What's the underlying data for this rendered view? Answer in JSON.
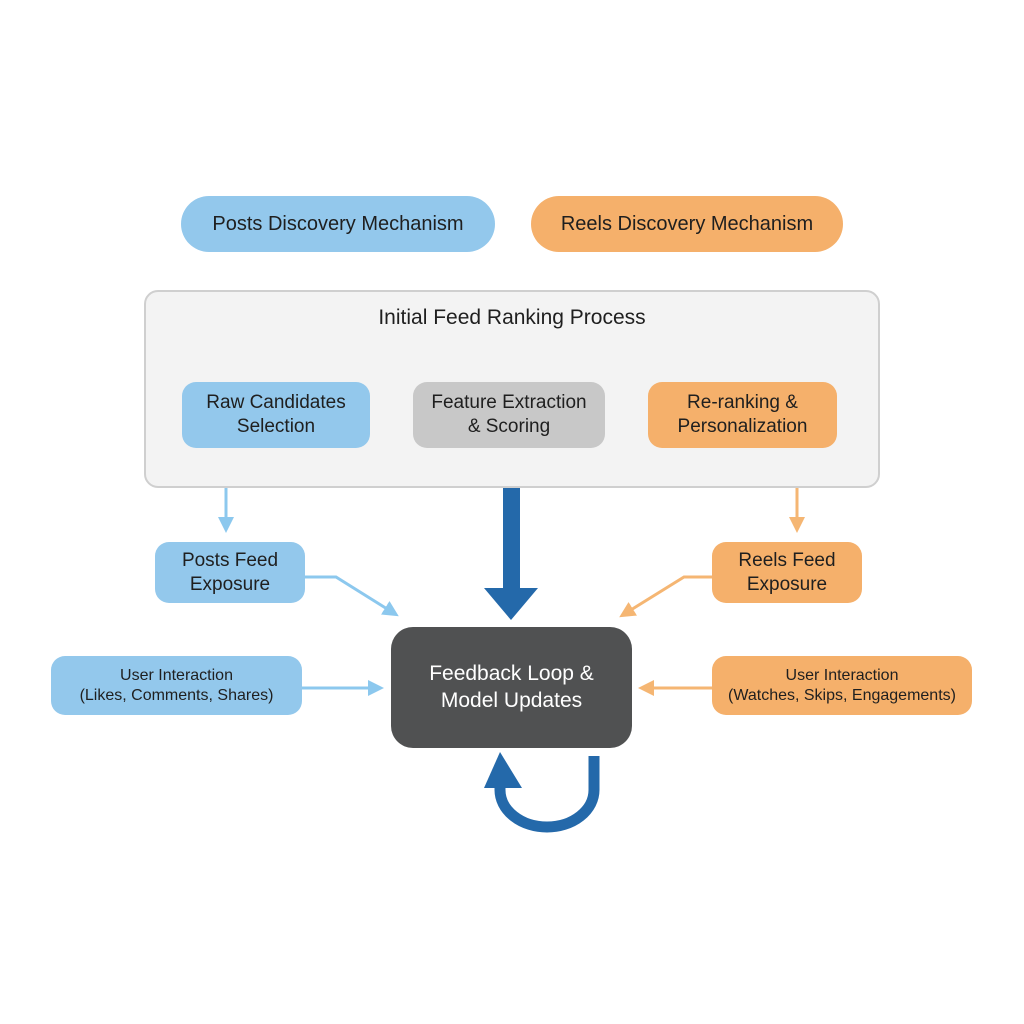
{
  "header": {
    "posts_label": "Posts Discovery Mechanism",
    "reels_label": "Reels Discovery Mechanism"
  },
  "ranking": {
    "title": "Initial Feed Ranking Process",
    "raw_candidates": [
      "Raw Candidates",
      "Selection"
    ],
    "feature_extraction": [
      "Feature Extraction",
      "& Scoring"
    ],
    "reranking": [
      "Re-ranking &",
      "Personalization"
    ]
  },
  "exposure": {
    "posts": [
      "Posts Feed",
      "Exposure"
    ],
    "reels": [
      "Reels Feed",
      "Exposure"
    ]
  },
  "interaction": {
    "posts": [
      "User Interaction",
      "(Likes, Comments, Shares)"
    ],
    "reels": [
      "User Interaction",
      "(Watches, Skips, Engagements)"
    ]
  },
  "feedback": [
    "Feedback Loop &",
    "Model Updates"
  ],
  "colors": {
    "blue_fill": "#93c8ec",
    "orange_fill": "#f5b06b",
    "gray_fill": "#c8c8c8",
    "dark_fill": "#505152",
    "main_arrow": "#2469aa",
    "light_blue_arrow": "#8cc8ee",
    "light_orange_arrow": "#f5b673",
    "gray_arrow": "#bdbdbd"
  }
}
